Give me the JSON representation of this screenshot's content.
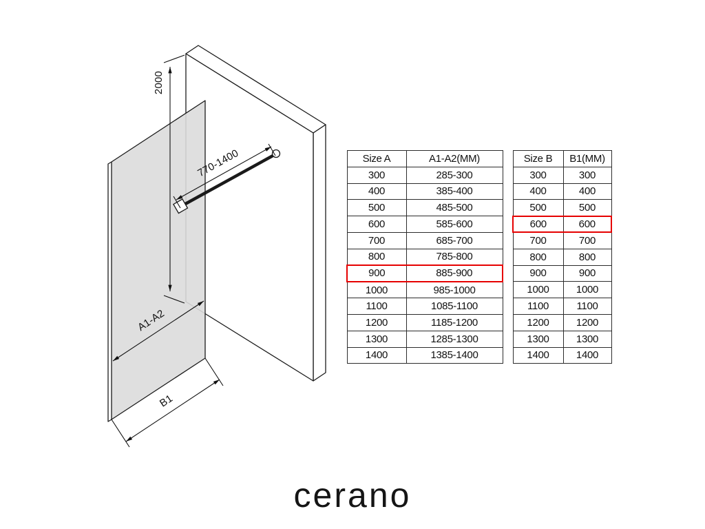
{
  "brand": {
    "logo_text": "cerano"
  },
  "theme": {
    "highlight_color": "#e60000",
    "line_color": "#1a1a1a",
    "glass_color": "#dcdcdc",
    "background_color": "#ffffff"
  },
  "diagram": {
    "height_label": "2000",
    "bar_length_label": "770-1400",
    "width_a_label": "A1-A2",
    "width_b_label": "B1"
  },
  "tables": {
    "size_a": {
      "headers": [
        "Size A",
        "A1-A2(MM)"
      ],
      "rows": [
        [
          "300",
          "285-300"
        ],
        [
          "400",
          "385-400"
        ],
        [
          "500",
          "485-500"
        ],
        [
          "600",
          "585-600"
        ],
        [
          "700",
          "685-700"
        ],
        [
          "800",
          "785-800"
        ],
        [
          "900",
          "885-900"
        ],
        [
          "1000",
          "985-1000"
        ],
        [
          "1100",
          "1085-1100"
        ],
        [
          "1200",
          "1185-1200"
        ],
        [
          "1300",
          "1285-1300"
        ],
        [
          "1400",
          "1385-1400"
        ]
      ],
      "highlighted_row_index": 6
    },
    "size_b": {
      "headers": [
        "Size B",
        "B1(MM)"
      ],
      "rows": [
        [
          "300",
          "300"
        ],
        [
          "400",
          "400"
        ],
        [
          "500",
          "500"
        ],
        [
          "600",
          "600"
        ],
        [
          "700",
          "700"
        ],
        [
          "800",
          "800"
        ],
        [
          "900",
          "900"
        ],
        [
          "1000",
          "1000"
        ],
        [
          "1100",
          "1100"
        ],
        [
          "1200",
          "1200"
        ],
        [
          "1300",
          "1300"
        ],
        [
          "1400",
          "1400"
        ]
      ],
      "highlighted_row_index": 3
    }
  }
}
